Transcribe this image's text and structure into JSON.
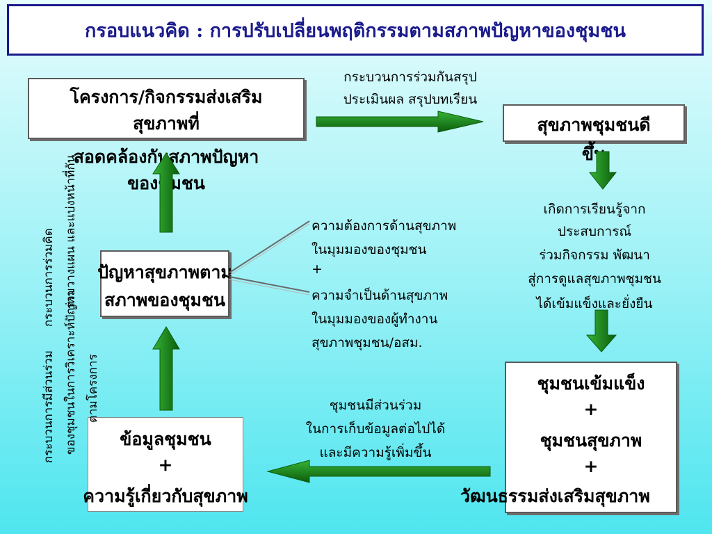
{
  "title": "กรอบแนวคิด : การปรับเปลี่ยนพฤติกรรมตามสภาพปัญหาของชุมชน",
  "project_box": {
    "line1": "โครงการ/กิจกรรมส่งเสริม",
    "line2": "สุขภาพที่",
    "line3": "สอดคล้องกับสภาพปัญหา",
    "line4": "ของชุมชน"
  },
  "process_label": {
    "line1": "กระบวนการร่วมกันสรุป",
    "line2": "ประเมินผล  สรุปบทเรียน"
  },
  "health_box": {
    "line1": "สุขภาพชุมชนดี",
    "line2": "ขึ้น"
  },
  "learning_text": {
    "line1": "เกิดการเรียนรู้จาก",
    "line2": "ประสบการณ์",
    "line3": "ร่วมกิจกรรม  พัฒนา",
    "line4": "สู่การดูแลสุขภาพชุมชน",
    "line5": "ได้เข้มแข็งและยั่งยืน"
  },
  "needs_text": {
    "line1": "ความต้องการด้านสุขภาพ",
    "line2": "ในมุมมองของชุมชน",
    "line3": "+",
    "line4": "ความจำเป็นด้านสุขภาพ",
    "line5": "ในมุมมองของผู้ทำงาน",
    "line6": "สุขภาพชุมชน/อสม."
  },
  "problem_box": {
    "line1": "ปัญหาสุขภาพตาม",
    "line2": "สภาพของชุมชน"
  },
  "strong_box": {
    "line1": "ชุมชนเข้มแข็ง",
    "line2": "+",
    "line3": "ชุมชนสุขภาพ",
    "line4": "+",
    "line5": "วัฒนธรรมส่งเสริมสุขภาพ"
  },
  "participation_label": {
    "line1": "ชุมชนมีส่วนร่วม",
    "line2": "ในการเก็บข้อมูลต่อไปได้",
    "line3": "และมีความรู้เพิ่มขึ้น"
  },
  "data_box": {
    "line1": "ข้อมูลชุมชน",
    "line2": "+",
    "line3": "ความรู้เกี่ยวกับสุขภาพ"
  },
  "vertical_texts": {
    "col1": "กระบวนการมีส่วนร่วม",
    "col2": "กระบวนการร่วมคิด",
    "col3": "ของชุมชนในการวิเคราะห์ปัญหา",
    "col4": "ร่วมวางแผน  และแบ่งหน้าที่กัน",
    "col5": "ตามโครงการ"
  },
  "colors": {
    "title": "#1a1a8c",
    "arrow_green": "#1e8f1e",
    "arrow_dark": "#0b5c0b",
    "background_top": "#e6fcfd",
    "background_bottom": "#4fe5ef"
  }
}
